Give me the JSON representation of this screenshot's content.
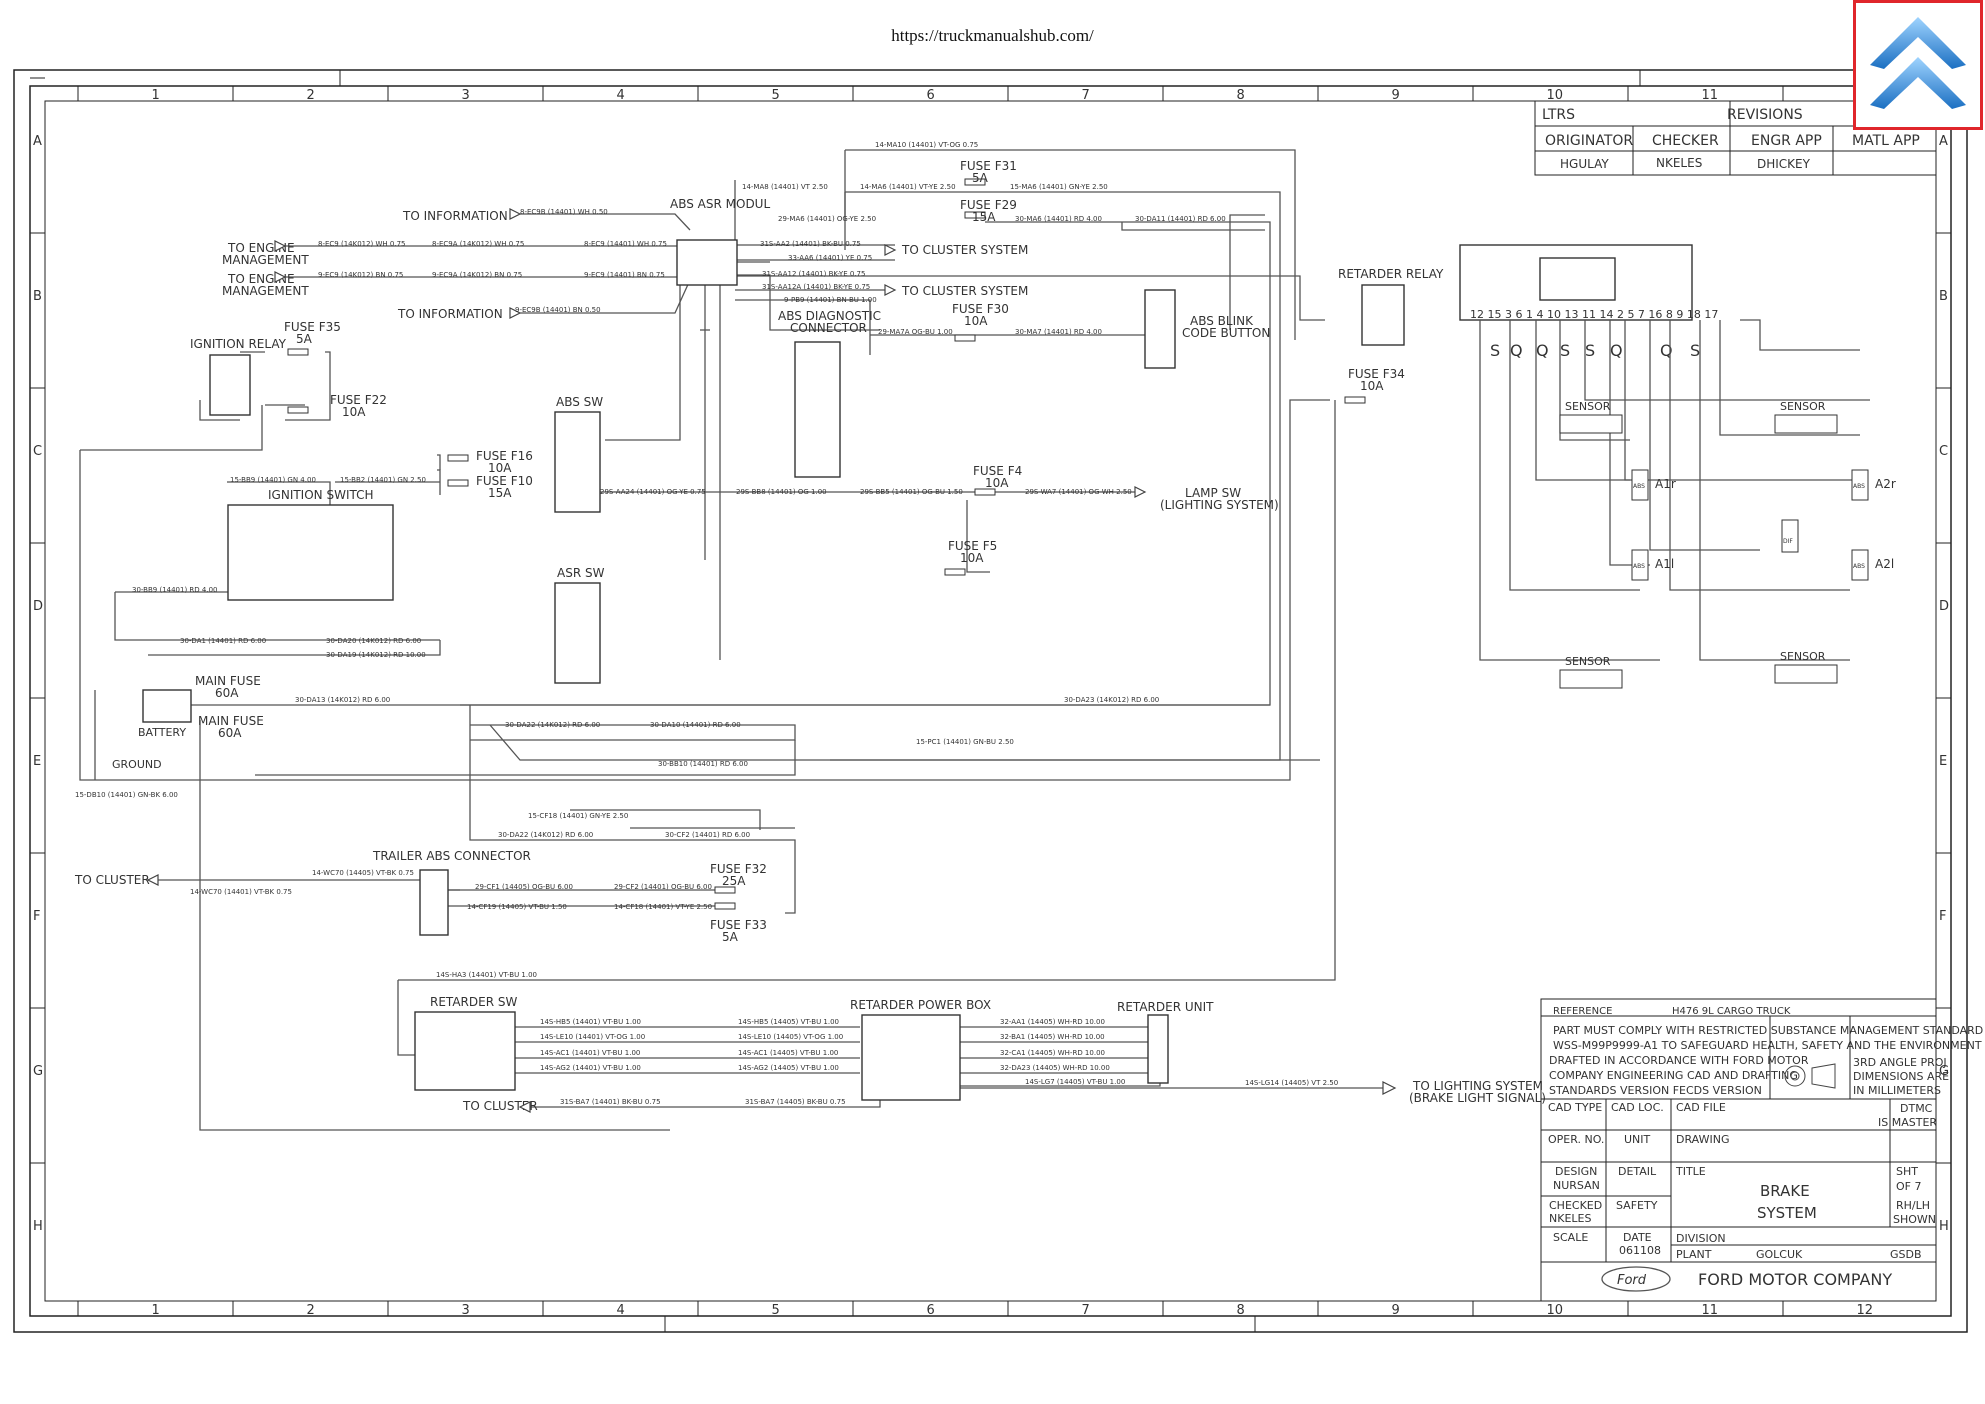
{
  "url": "https://truckmanualshub.com/",
  "columns": [
    "1",
    "2",
    "3",
    "4",
    "5",
    "6",
    "7",
    "8",
    "9",
    "10",
    "11",
    "12"
  ],
  "rows": [
    "A",
    "B",
    "C",
    "D",
    "E",
    "F",
    "G",
    "H"
  ],
  "header_table": {
    "ltrs": "LTRS",
    "revisions": "REVISIONS",
    "originator": "ORIGINATOR",
    "checker": "CHECKER",
    "engr_app": "ENGR APP",
    "matl_app": "MATL APP",
    "originator_name": "HGULAY",
    "checker_name": "NKELES",
    "engr_name": "DHICKEY"
  },
  "components": {
    "abs_asr_modul": "ABS ASR MODUL",
    "ignition_relay": "IGNITION RELAY",
    "ignition_switch": "IGNITION SWITCH",
    "abs_sw": "ABS SW",
    "asr_sw": "ASR SW",
    "abs_diag_1": "ABS DIAGNOSTIC",
    "abs_diag_2": "CONNECTOR",
    "abs_blink_1": "ABS BLINK",
    "abs_blink_2": "CODE BUTTON",
    "retarder_relay": "RETARDER RELAY",
    "main_fuse_1": "MAIN FUSE",
    "main_fuse_1_amp": "60A",
    "main_fuse_2": "MAIN FUSE",
    "main_fuse_2_amp": "60A",
    "battery": "BATTERY",
    "ground": "GROUND",
    "trailer_abs": "TRAILER ABS CONNECTOR",
    "retarder_sw": "RETARDER SW",
    "retarder_power_box": "RETARDER POWER BOX",
    "retarder_unit": "RETARDER UNIT"
  },
  "fuses": [
    {
      "name": "FUSE F31",
      "amp": "5A"
    },
    {
      "name": "FUSE F29",
      "amp": "15A"
    },
    {
      "name": "FUSE F30",
      "amp": "10A"
    },
    {
      "name": "FUSE F35",
      "amp": "5A"
    },
    {
      "name": "FUSE F22",
      "amp": "10A"
    },
    {
      "name": "FUSE F16",
      "amp": "10A"
    },
    {
      "name": "FUSE F10",
      "amp": "15A"
    },
    {
      "name": "FUSE F4",
      "amp": "10A"
    },
    {
      "name": "FUSE F5",
      "amp": "10A"
    },
    {
      "name": "FUSE F34",
      "amp": "10A"
    },
    {
      "name": "FUSE F32",
      "amp": "25A"
    },
    {
      "name": "FUSE F33",
      "amp": "5A"
    }
  ],
  "destinations": {
    "to_information_1": "TO INFORMATION",
    "to_engine_1a": "TO ENGINE",
    "to_engine_1b": "MANAGEMENT",
    "to_engine_2a": "TO ENGINE",
    "to_engine_2b": "MANAGEMENT",
    "to_information_2": "TO INFORMATION",
    "to_cluster_system_1": "TO CLUSTER SYSTEM",
    "to_cluster_system_2": "TO CLUSTER SYSTEM",
    "lamp_sw_1": "LAMP SW",
    "lamp_sw_2": "(LIGHTING SYSTEM)",
    "to_cluster_left": "TO CLUSTER",
    "to_cluster_bottom": "TO CLUSTER",
    "to_lighting_1": "TO LIGHTING SYSTEM",
    "to_lighting_2": "(BRAKE LIGHT SIGNAL)"
  },
  "wires": {
    "w01": "14-MA10 (14401) VT-OG 0.75",
    "w02": "14-MA8 (14401) VT 2.50",
    "w03": "14-MA6 (14401) VT-YE 2.50",
    "w04": "15-MA6 (14401) GN-YE 2.50",
    "w05": "8-EC9B (14401) WH 0.50",
    "w06": "29-MA6 (14401) OG-YE 2.50",
    "w07": "30-MA6 (14401) RD 4.00",
    "w08": "30-DA11 (14401) RD 6.00",
    "w09": "8-EC9 (14K012) WH 0.75",
    "w10": "8-EC9A (14K012) WH 0.75",
    "w11": "8-EC9 (14401) WH 0.75",
    "w12": "31S-AA2 (14401) BK-BU 0.75",
    "w13": "33-AA6 (14401) YE 0.75",
    "w14": "9-EC9 (14K012) BN 0.75",
    "w15": "9-EC9A (14K012) BN 0.75",
    "w16": "9-EC9 (14401) BN 0.75",
    "w17": "31S-AA12 (14401) BK-YE 0.75",
    "w18": "31S-AA12A (14401) BK-YE 0.75",
    "w19": "9-PB9 (14401) BN-BU 1.00",
    "w20": "9-EC9B (14401) BN 0.50",
    "w21": "29-MA7A OG-BU 1.00",
    "w22": "30-MA7 (14401) RD 4.00",
    "w23": "15-BB9 (14401) GN 4.00",
    "w24": "15-BB2 (14401) GN 2.50",
    "w25": "29S-AA24 (14401) OG-YE 0.75",
    "w26": "29S-BB8 (14401) OG 1.00",
    "w27": "29S-BB5 (14401) OG-BU 1.50",
    "w28": "29S-WA7 (14401) OG-WH 2.50",
    "w29": "30-BB9 (14401) RD 4.00",
    "w30": "30-DA1 (14401) RD 6.00",
    "w31": "30-DA20 (14K012) RD 6.00",
    "w32": "30-DA19 (14K012) RD 10.00",
    "w33": "30-DA13 (14K012) RD 6.00",
    "w34": "30-DA23 (14K012) RD 6.00",
    "w35": "30-DA22 (14K012) RD 6.00",
    "w36": "30-DA10 (14401) RD 6.00",
    "w37": "15-PC1 (14401) GN-BU 2.50",
    "w38": "30-BB10 (14401) RD 6.00",
    "w39": "15-DB10 (14401) GN-BK 6.00",
    "w40": "15-CF18 (14401) GN-YE 2.50",
    "w41": "30-DA22 (14K012) RD 6.00",
    "w42": "30-CF2 (14401) RD 6.00",
    "w43": "14-WC70 (14405) VT-BK 0.75",
    "w44": "14-WC70 (14401) VT-BK 0.75",
    "w45": "29-CF1 (14405) OG-BU 6.00",
    "w46": "29-CF2 (14401) OG-BU 6.00",
    "w47": "14-CF19 (14405) VT-BU 1.50",
    "w48": "14-CF18 (14401) VT-YE 2.50",
    "w49": "14S-HA3 (14401) VT-BU 1.00",
    "w50": "14S-HB5 (14401) VT-BU 1.00",
    "w51": "14S-LE10 (14401) VT-OG 1.00",
    "w52": "14S-AC1 (14401) VT-BU 1.00",
    "w53": "14S-AG2 (14401) VT-BU 1.00",
    "w54": "14S-HB5 (14405) VT-BU 1.00",
    "w55": "14S-LE10 (14405) VT-OG 1.00",
    "w56": "14S-AC1 (14405) VT-BU 1.00",
    "w57": "14S-AG2 (14405) VT-BU 1.00",
    "w58": "32-AA1 (14405) WH-RD 10.00",
    "w59": "32-BA1 (14405) WH-RD 10.00",
    "w60": "32-CA1 (14405) WH-RD 10.00",
    "w61": "32-DA23 (14405) WH-RD 10.00",
    "w62": "14S-LG7 (14405) VT-BU 1.00",
    "w63": "14S-LG14 (14405) VT 2.50",
    "w64": "31S-BA7 (14401) BK-BU 0.75",
    "w65": "31S-BA7 (14405) BK-BU 0.75"
  },
  "sensor_block": {
    "pins": "12 15 3  6  1  4  10 13 11 14 2  5  7  16 8  9  18 17",
    "letters": [
      "S",
      "Q",
      "Q",
      "S",
      "S",
      "Q",
      "Q",
      "S"
    ],
    "sensor": "SENSOR",
    "a1r": "A1r",
    "a2r": "A2r",
    "a1l": "A1l",
    "a2l": "A2l",
    "abs": "ABS",
    "dif": "DIF"
  },
  "title_block": {
    "reference_label": "REFERENCE",
    "reference": "H476 9L CARGO TRUCK",
    "note1": "PART MUST COMPLY WITH RESTRICTED SUBSTANCE MANAGEMENT STANDARD",
    "note2": "WSS-M99P9999-A1 TO SAFEGUARD HEALTH, SAFETY AND THE ENVIRONMENT",
    "note3": "DRAFTED IN ACCORDANCE WITH FORD MOTOR",
    "note4": "COMPANY ENGINEERING CAD AND DRAFTING",
    "note5": "STANDARDS VERSION FECDS VERSION",
    "proj1": "3RD ANGLE PROJ",
    "proj2": "DIMENSIONS ARE",
    "proj3": "IN MILLIMETERS",
    "cad_type": "CAD TYPE",
    "cad_loc": "CAD LOC.",
    "cad_file": "CAD FILE",
    "dtmc": "DTMC",
    "is_master": "IS MASTER",
    "oper_no": "OPER. NO.",
    "unit": "UNIT",
    "drawing": "DRAWING",
    "design": "DESIGN",
    "design_name": "NURSAN",
    "detail": "DETAIL",
    "title_label": "TITLE",
    "sht": "SHT",
    "of": "OF  7",
    "title1": "BRAKE",
    "title2": "SYSTEM",
    "checked": "CHECKED",
    "checked_name": "NKELES",
    "safety": "SAFETY",
    "rhlh": "RH/LH",
    "shown": "SHOWN",
    "scale": "SCALE",
    "date": "DATE",
    "date_val": "061108",
    "division": "DIVISION",
    "plant": "PLANT",
    "plant_val": "GOLCUK",
    "gsdb": "GSDB",
    "ford": "Ford",
    "company": "FORD MOTOR COMPANY"
  },
  "colors": {
    "scroll_border": "#e0262b",
    "arrow_top": "#3a9be6",
    "arrow_bottom": "#1b6fc2"
  },
  "scroll_button_icon": "double-chevron-up-icon"
}
